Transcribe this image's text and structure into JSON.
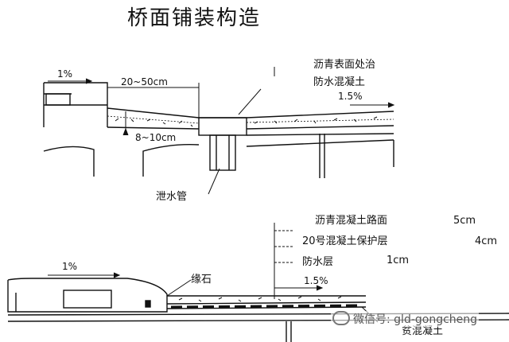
{
  "title": "桥面铺装构造",
  "top": {
    "label_surface": "沥青表面处治",
    "label_waterproof": "防水混凝土",
    "slope_left": "1%",
    "slope_right": "1.5%",
    "dim_width": "20~50cm",
    "dim_thick": "8~10cm",
    "label_drain": "泄水管"
  },
  "bottom": {
    "layer1_name": "沥青混凝土路面",
    "layer1_thk": "5cm",
    "layer2_name": "20号混凝土保护层",
    "layer2_thk": "4cm",
    "layer3_name": "防水层",
    "layer3_thk": "1cm",
    "slope_left": "1%",
    "slope_right": "1.5%",
    "label_curb": "缘石",
    "label_bottom": "贫混凝土"
  },
  "watermark": {
    "icon": "wechat-icon",
    "text": "微信号: gld-gongcheng"
  }
}
